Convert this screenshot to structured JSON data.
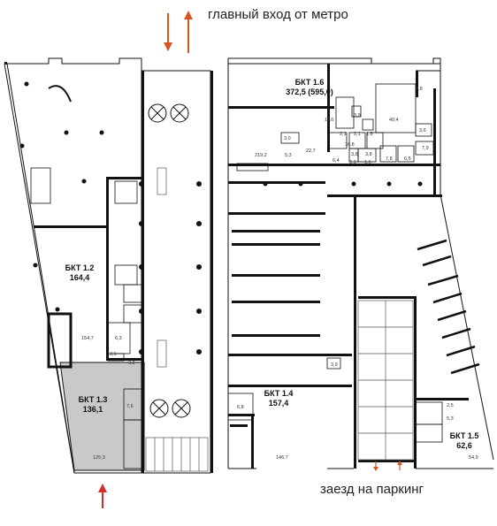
{
  "captions": {
    "metro_entrance": "главный вход от метро",
    "parking_entrance": "заезд на паркинг"
  },
  "units": [
    {
      "id": "bkt-1-2",
      "name": "БКТ 1.2",
      "area": "164,4"
    },
    {
      "id": "bkt-1-3",
      "name": "БКТ 1.3",
      "area": "136,1"
    },
    {
      "id": "bkt-1-4",
      "name": "БКТ 1.4",
      "area": "157,4"
    },
    {
      "id": "bkt-1-5",
      "name": "БКТ 1.5",
      "area": "62,6"
    },
    {
      "id": "bkt-1-6",
      "name": "БКТ 1.6",
      "area": "372,5 (595,0)"
    }
  ],
  "room_areas": [
    "2,8",
    "40,4",
    "11,6",
    "3,9",
    "2,1",
    "2,1",
    "1,8",
    "3,6",
    "3,0",
    "16,8",
    "219,2",
    "5,3",
    "22,7",
    "6,4",
    "3,8",
    "3,8",
    "7,8",
    "6,5",
    "7,9",
    "2,1",
    "1,6",
    "154,7",
    "6,3",
    "3,6",
    "3,2",
    "7,6",
    "125,3",
    "6,8",
    "146,7",
    "3,9",
    "2,5",
    "5,3",
    "54,9"
  ],
  "colors": {
    "wall": "#111111",
    "highlight": "#c9c9c9",
    "arrow_metro": "#d9531e",
    "arrow_parking": "#d9531e",
    "arrow_red": "#d62b2b"
  }
}
